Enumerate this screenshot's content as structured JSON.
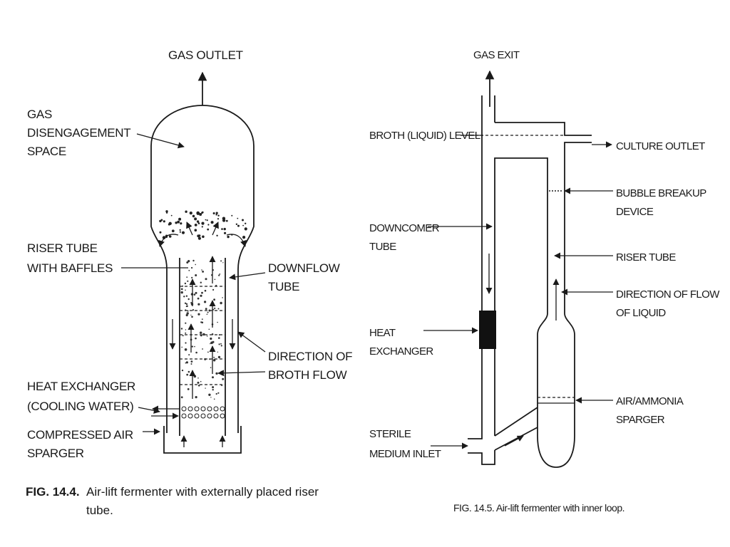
{
  "fig1": {
    "labels": {
      "gas_outlet": "GAS OUTLET",
      "gas_dis_1": "GAS",
      "gas_dis_2": "DISENGAGEMENT",
      "gas_dis_3": "SPACE",
      "riser_1": "RISER TUBE",
      "riser_2": "WITH BAFFLES",
      "downflow_1": "DOWNFLOW",
      "downflow_2": "TUBE",
      "direction_1": "DIRECTION OF",
      "direction_2": "BROTH FLOW",
      "heat_1": "HEAT EXCHANGER",
      "heat_2": "(COOLING WATER)",
      "air_1": "COMPRESSED AIR",
      "air_2": "SPARGER"
    },
    "caption_num": "FIG. 14.4.",
    "caption_line1": "Air-lift fermenter with externally placed riser",
    "caption_line2": "tube."
  },
  "fig2": {
    "labels": {
      "gas_exit": "GAS EXIT",
      "broth_level": "BROTH (LIQUID) LEVEL",
      "culture_outlet": "CULTURE OUTLET",
      "bubble_1": "BUBBLE BREAKUP",
      "bubble_2": "DEVICE",
      "downcomer_1": "DOWNCOMER",
      "downcomer_2": "TUBE",
      "riser": "RISER TUBE",
      "direction_1": "DIRECTION OF FLOW",
      "direction_2": "OF LIQUID",
      "heat_1": "HEAT",
      "heat_2": "EXCHANGER",
      "sparger_1": "AIR/AMMONIA",
      "sparger_2": "SPARGER",
      "sterile_1": "STERILE",
      "sterile_2": "MEDIUM INLET"
    },
    "caption": "FIG. 14.5. Air-lift fermenter with inner loop."
  }
}
